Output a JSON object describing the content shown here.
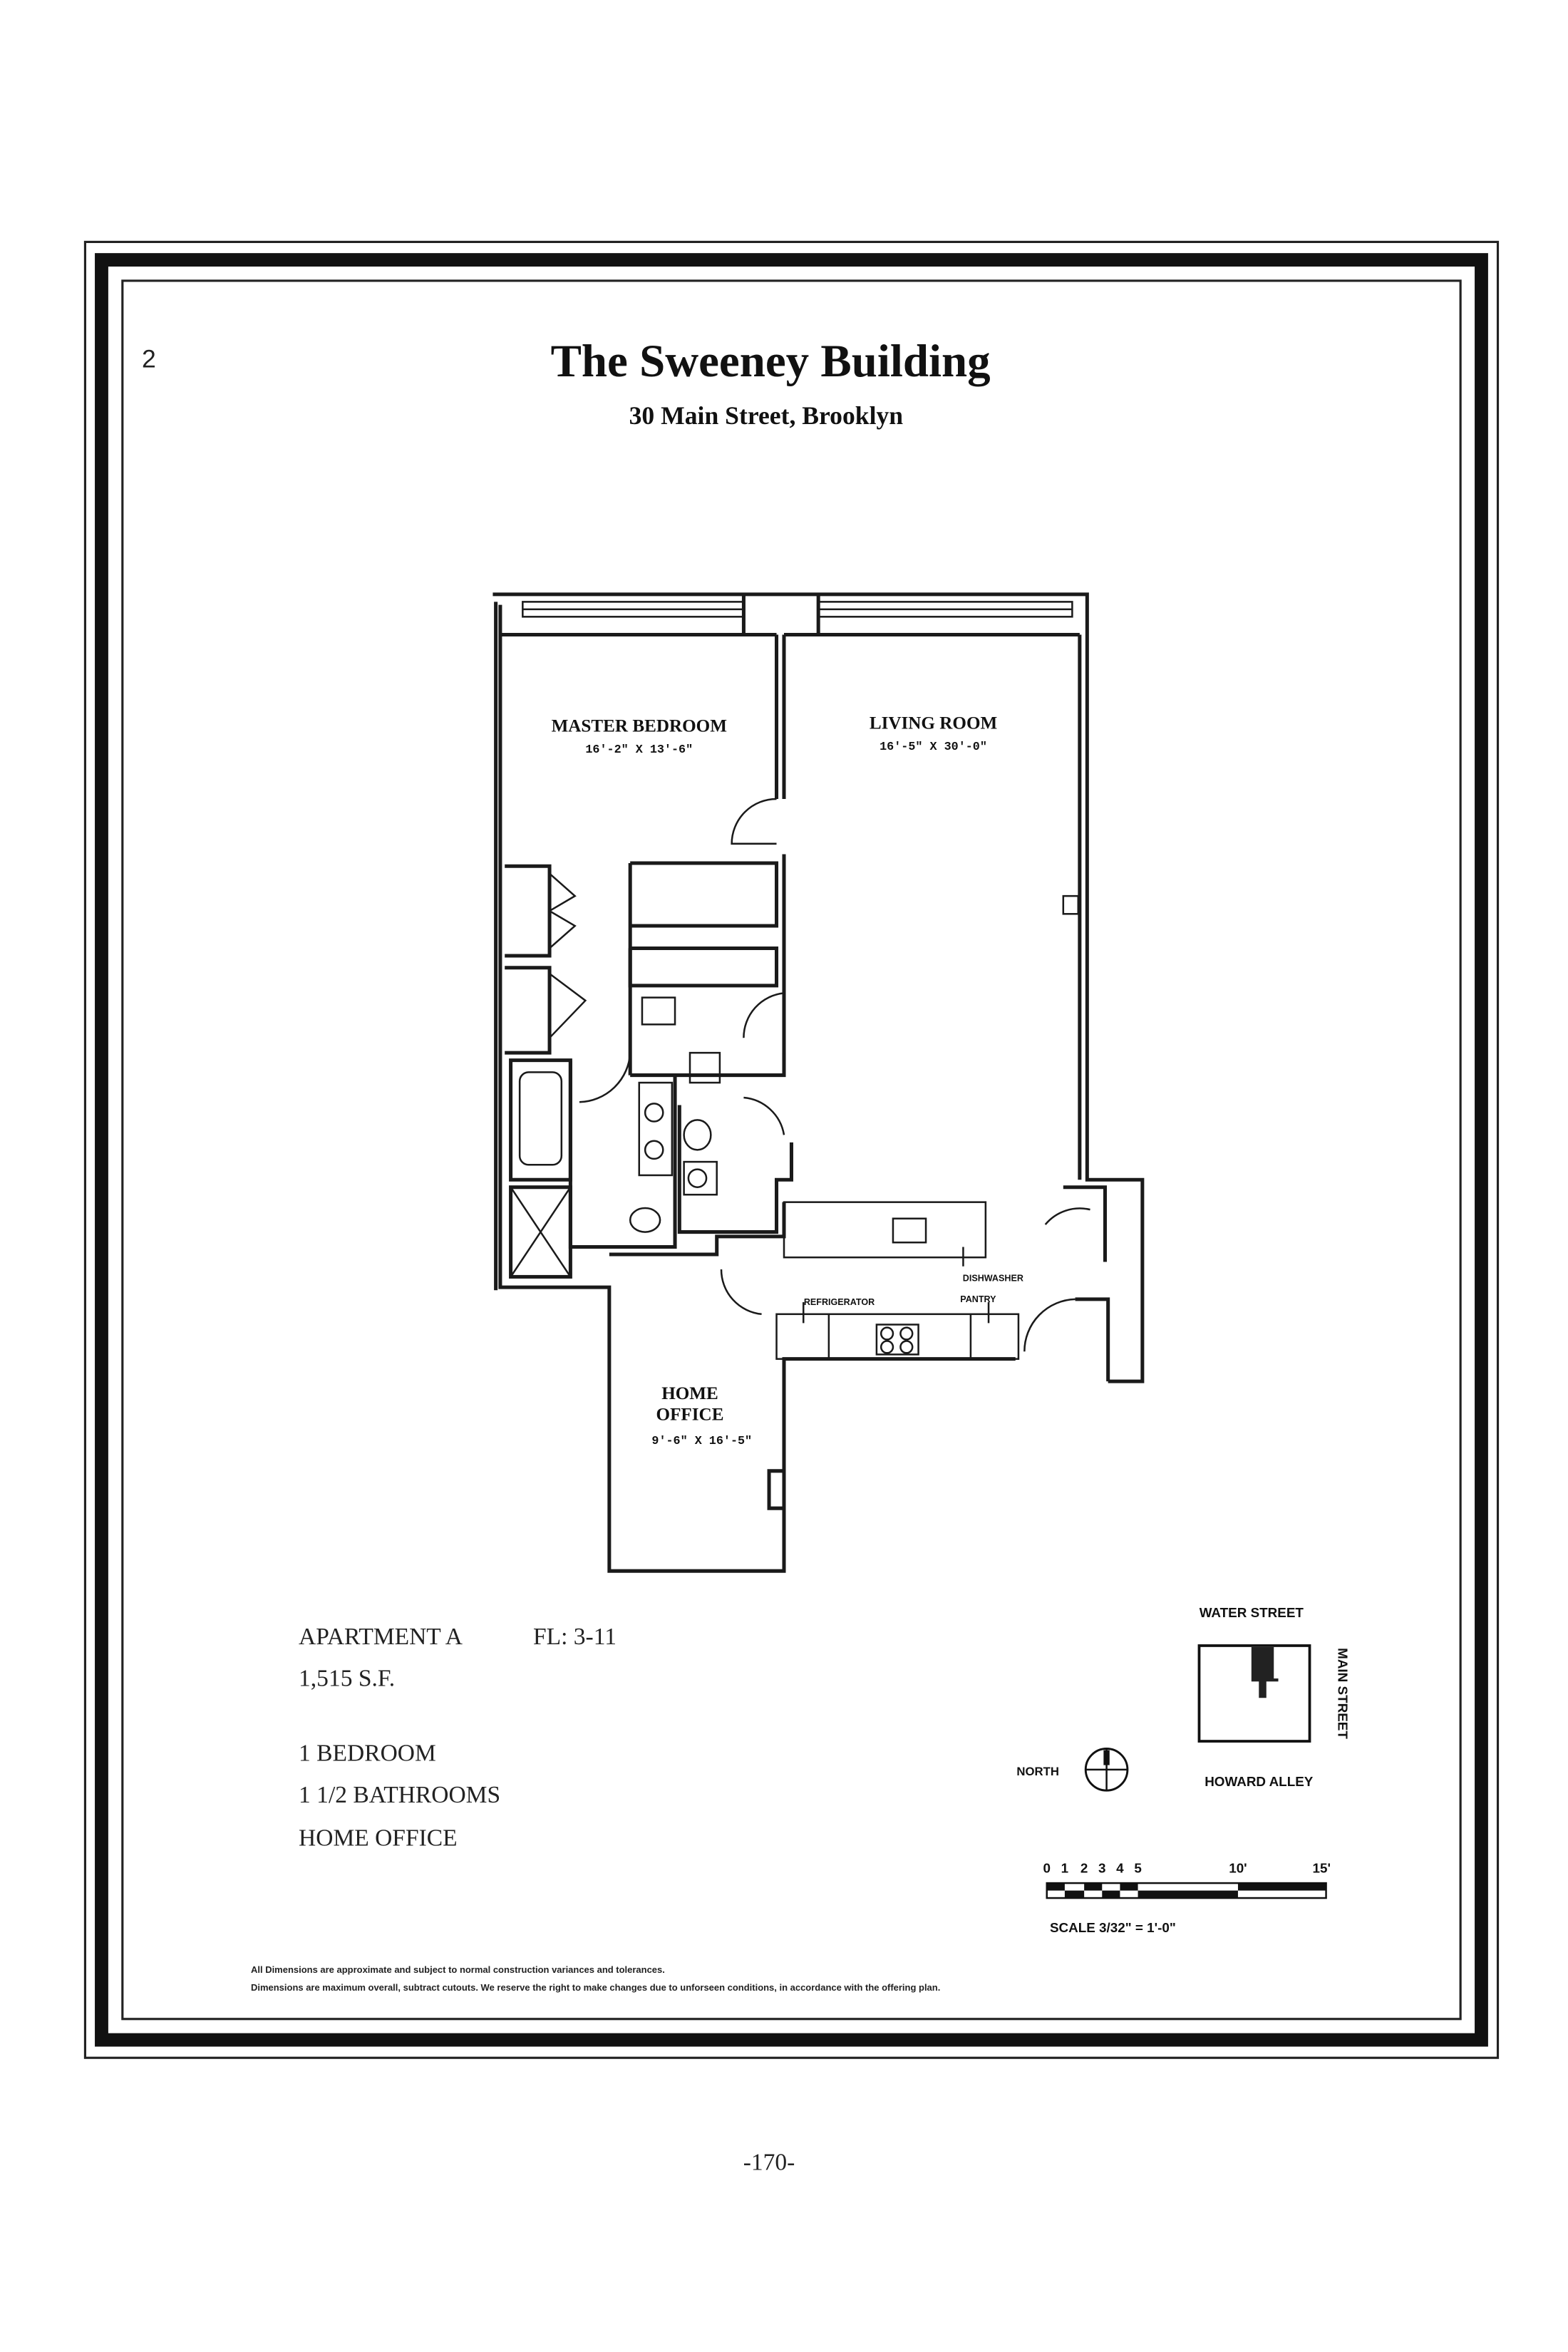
{
  "page_number_corner": "2",
  "title": "The Sweeney Building",
  "address": "30 Main Street, Brooklyn",
  "rooms": {
    "master_bedroom": {
      "name": "MASTER BEDROOM",
      "size": "16'-2\" X 13'-6\""
    },
    "living_room": {
      "name": "LIVING ROOM",
      "size": "16'-5\" X 30'-0\""
    },
    "home_office": {
      "name_line1": "HOME",
      "name_line2": "OFFICE",
      "size": "9'-6\" X 16'-5\""
    },
    "refrigerator": "REFRIGERATOR",
    "dishwasher": "DISHWASHER",
    "pantry": "PANTRY"
  },
  "apartment": {
    "unit": "APARTMENT A",
    "floors": "FL: 3-11",
    "area": "1,515 S.F.",
    "bedrooms": "1 BEDROOM",
    "bathrooms": "1 1/2 BATHROOMS",
    "extra": "HOME OFFICE"
  },
  "key_plan": {
    "top_street": "WATER STREET",
    "right_street": "MAIN STREET",
    "bottom_street": "HOWARD ALLEY",
    "north_label": "NORTH"
  },
  "scale_bar": {
    "ticks": [
      "0",
      "1",
      "2",
      "3",
      "4",
      "5",
      "10'",
      "15'"
    ],
    "scale_text": "SCALE 3/32\" = 1'-0\""
  },
  "disclaimer": {
    "line1": "All Dimensions are approximate and subject to normal construction variances and tolerances.",
    "line2": "Dimensions are maximum overall, subtract cutouts.  We reserve the right to make changes due to unforseen conditions, in accordance with the offering plan."
  },
  "footer_page": "-170-"
}
